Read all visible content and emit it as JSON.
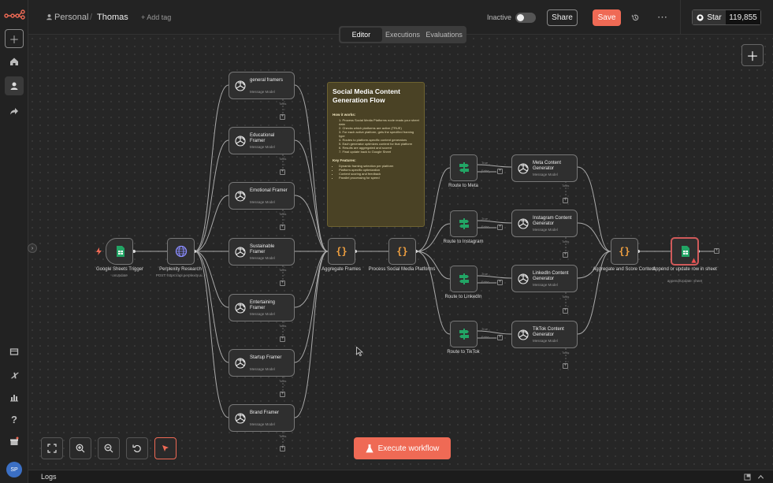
{
  "header": {
    "workspace": "Personal",
    "workflow_name": "Thomas",
    "add_tag": "+ Add tag",
    "status": "Inactive",
    "share_label": "Share",
    "save_label": "Save",
    "github_star": "Star",
    "github_count": "119,855"
  },
  "tabs": [
    {
      "label": "Editor"
    },
    {
      "label": "Executions"
    },
    {
      "label": "Evaluations"
    }
  ],
  "sticky": {
    "title": "Social Media Content Generation Flow",
    "how_heading": "How it works:",
    "how_items": [
      "1. Process Social Media Platforms node reads your sheet data",
      "2. Checks which platforms are active (TRUE)",
      "3. For each active platform, gets the specified framing type",
      "4. Routes to platform-specific content generators",
      "5. Each generator optimizes content for that platform",
      "6. Results are aggregated and scored",
      "7. Final update back to Google Sheet"
    ],
    "features_heading": "Key Features:",
    "features_items": [
      "Dynamic framing selection per platform",
      "Platform-specific optimization",
      "Content scoring and feedback",
      "Parallel processing for speed"
    ]
  },
  "nodes": {
    "trigger": {
      "label": "Google Sheets Trigger",
      "sub": "onUpdate"
    },
    "perplexity": {
      "label": "Perplexity Research",
      "sub": "POST: https://api.perplexity.ai..."
    },
    "framers": [
      {
        "title": "general framers",
        "sub": "Message Model"
      },
      {
        "title": "Educational Framer",
        "sub": "Message Model"
      },
      {
        "title": "Emotional Framer",
        "sub": "Message Model"
      },
      {
        "title": "Sustainable Framer",
        "sub": "Message Model"
      },
      {
        "title": "Entertaining Framer",
        "sub": "Message Model"
      },
      {
        "title": "Startup Framer",
        "sub": "Message Model"
      },
      {
        "title": "Brand Framer",
        "sub": "Message Model"
      }
    ],
    "aggregate_frames": {
      "label": "Aggregate Frames"
    },
    "process_platforms": {
      "label": "Process Social Media Platforms"
    },
    "routes": [
      {
        "label": "Route to Meta"
      },
      {
        "label": "Route to Instagram"
      },
      {
        "label": "Route to LinkedIn"
      },
      {
        "label": "Route to TikTok"
      }
    ],
    "generators": [
      {
        "title": "Meta Content Generator",
        "sub": "Message Model"
      },
      {
        "title": "Instagram Content Generator",
        "sub": "Message Model"
      },
      {
        "title": "LinkedIn Content Generator",
        "sub": "Message Model"
      },
      {
        "title": "TikTok Content Generator",
        "sub": "Message Model"
      }
    ],
    "aggregate_score": {
      "label": "Aggregate and Score Content"
    },
    "append_sheet": {
      "label": "Append or update row in sheet",
      "sub": "append/Update: sheet"
    },
    "tools_label": "Tools",
    "true_label": "True",
    "false_label": "False"
  },
  "execute_label": "Execute workflow",
  "logs_label": "Logs",
  "avatar_initials": "SP"
}
